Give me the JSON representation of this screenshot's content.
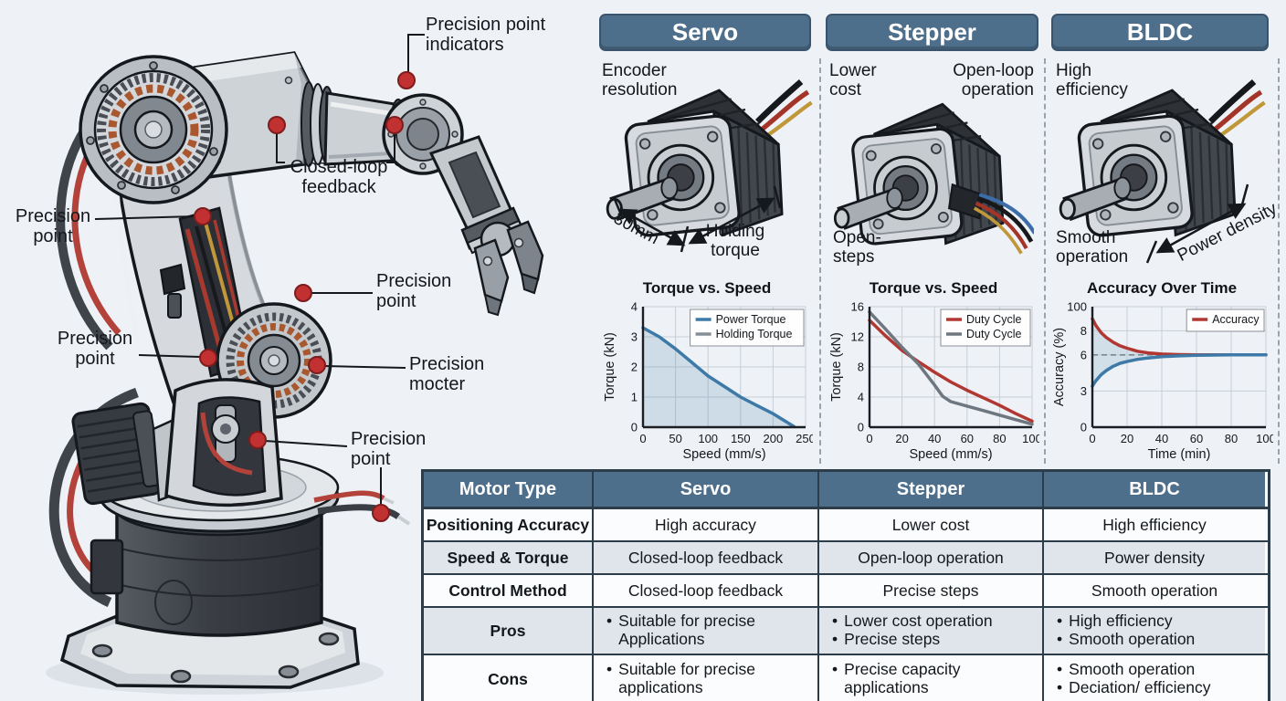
{
  "colors": {
    "header_bg": "#4e6f8c",
    "table_alt_row": "#dfe5eb",
    "precision_dot": "#c23131",
    "chart_blue": "#3d7aa8",
    "chart_red": "#b13832",
    "chart_gray": "#6e7780"
  },
  "arm": {
    "callouts": [
      {
        "id": "precision-point-indicators",
        "text": "Precision point indicators"
      },
      {
        "id": "closed-loop-feedback",
        "text": "Closed-loop feedback"
      },
      {
        "id": "precision-point-upper-left",
        "text": "Precision point"
      },
      {
        "id": "precision-point-lower-left",
        "text": "Precision point"
      },
      {
        "id": "precision-point-mid",
        "text": "Precision point"
      },
      {
        "id": "precision-mocter",
        "text": "Precision mocter"
      },
      {
        "id": "precision-point-base",
        "text": "Precision point"
      }
    ]
  },
  "columns": [
    {
      "header": "Servo",
      "annotations": {
        "top_left": "Encoder resolution",
        "dim": "30mm",
        "dim2": "Holding torque"
      },
      "chart_title": "Torque vs. Speed"
    },
    {
      "header": "Stepper",
      "annotations": {
        "top_left": "Lower cost",
        "top_right": "Open-loop operation",
        "bottom_left": "Open-steps"
      },
      "chart_title": "Torque vs. Speed"
    },
    {
      "header": "BLDC",
      "annotations": {
        "top_left": "High efficiency",
        "bottom_left": "Smooth operation",
        "dim": "Power density"
      },
      "chart_title": "Accuracy Over Time"
    }
  ],
  "chart_data": [
    {
      "type": "area",
      "title": "Torque vs. Speed",
      "xlabel": "Speed (mm/s)",
      "ylabel": "Torque (kN)",
      "xlim": [
        0,
        250
      ],
      "ylim": [
        0,
        4
      ],
      "xticks": [
        0,
        50,
        100,
        150,
        200,
        250
      ],
      "yticks": [
        0,
        1,
        2,
        3,
        4
      ],
      "grid": true,
      "legend_position": "top-right",
      "series": [
        {
          "name": "Power Torque",
          "color": "#3d7aa8",
          "fill": true,
          "x": [
            0,
            25,
            50,
            75,
            100,
            125,
            150,
            175,
            200,
            232
          ],
          "y": [
            3.3,
            3.0,
            2.6,
            2.15,
            1.7,
            1.35,
            1.0,
            0.72,
            0.45,
            0.02
          ]
        },
        {
          "name": "Holding Torque",
          "color": "#858d95",
          "x": [],
          "y": []
        }
      ]
    },
    {
      "type": "line",
      "title": "Torque vs. Speed",
      "xlabel": "Speed (mm/s)",
      "ylabel": "Torque (kN)",
      "xlim": [
        0,
        100
      ],
      "ylim": [
        0,
        16
      ],
      "xticks": [
        0,
        20,
        40,
        60,
        80,
        100
      ],
      "yticks": [
        0,
        4,
        8,
        12,
        16
      ],
      "grid": true,
      "legend_position": "top-right",
      "series": [
        {
          "name": "Duty Cycle",
          "color": "#b13832",
          "x": [
            0,
            10,
            20,
            30,
            40,
            50,
            60,
            70,
            80,
            90,
            100
          ],
          "y": [
            14.2,
            12.1,
            10.2,
            8.7,
            7.3,
            6.0,
            4.9,
            3.9,
            2.9,
            1.8,
            0.8
          ]
        },
        {
          "name": "Duty Cycle",
          "color": "#6e7780",
          "x": [
            0,
            10,
            20,
            30,
            40,
            45,
            50,
            60,
            70,
            80,
            90,
            100
          ],
          "y": [
            15.3,
            13.0,
            10.6,
            8.4,
            5.6,
            4.1,
            3.4,
            2.8,
            2.2,
            1.6,
            1.0,
            0.4
          ]
        }
      ]
    },
    {
      "type": "line",
      "title": "Accuracy Over Time",
      "xlabel": "Time (min)",
      "ylabel": "Accuracy (%)",
      "xlim": [
        0,
        100
      ],
      "ylim": [
        0,
        10
      ],
      "xticks": [
        0,
        20,
        40,
        60,
        80,
        100
      ],
      "yticks": [
        0,
        3,
        6,
        8,
        10
      ],
      "ytick_labels": [
        "0",
        "3",
        "6",
        "8",
        "100"
      ],
      "grid": true,
      "refline_y": 6,
      "band_fill": "#b9cfdf",
      "legend_position": "top-right",
      "series": [
        {
          "name": "Accuracy",
          "color": "#b13832",
          "x": [
            0,
            2,
            5,
            8,
            12,
            16,
            20,
            26,
            32,
            40,
            50,
            60,
            80,
            100
          ],
          "y": [
            9.0,
            8.45,
            7.85,
            7.45,
            7.05,
            6.75,
            6.55,
            6.3,
            6.17,
            6.07,
            6.02,
            6.0,
            6.0,
            6.0
          ]
        },
        {
          "name": "",
          "legend": false,
          "color": "#3d7aa8",
          "x": [
            0,
            2,
            5,
            8,
            12,
            16,
            20,
            26,
            32,
            40,
            50,
            60,
            80,
            100
          ],
          "y": [
            3.4,
            3.85,
            4.35,
            4.7,
            5.05,
            5.3,
            5.45,
            5.63,
            5.74,
            5.85,
            5.92,
            5.96,
            6.0,
            6.0
          ]
        }
      ]
    }
  ],
  "table": {
    "headers": [
      "Motor Type",
      "Servo",
      "Stepper",
      "BLDC"
    ],
    "rows": [
      {
        "label": "Positioning Accuracy",
        "bullets": false,
        "cells": [
          [
            "High accuracy"
          ],
          [
            "Lower cost"
          ],
          [
            "High efficiency"
          ]
        ]
      },
      {
        "label": "Speed & Torque",
        "bullets": false,
        "cells": [
          [
            "Closed-loop feedback"
          ],
          [
            "Open-loop operation"
          ],
          [
            "Power density"
          ]
        ]
      },
      {
        "label": "Control Method",
        "bullets": false,
        "cells": [
          [
            "Closed-loop feedback"
          ],
          [
            "Precise steps"
          ],
          [
            "Smooth operation"
          ]
        ]
      },
      {
        "label": "Pros",
        "bullets": true,
        "cells": [
          [
            "Suitable for precise Applications"
          ],
          [
            "Lower cost operation",
            "Precise steps"
          ],
          [
            "High efficiency",
            "Smooth operation"
          ]
        ]
      },
      {
        "label": "Cons",
        "bullets": true,
        "cells": [
          [
            "Suitable for precise applications"
          ],
          [
            "Precise capacity applications"
          ],
          [
            "Smooth operation",
            "Deciation/ efficiency"
          ]
        ]
      }
    ]
  }
}
